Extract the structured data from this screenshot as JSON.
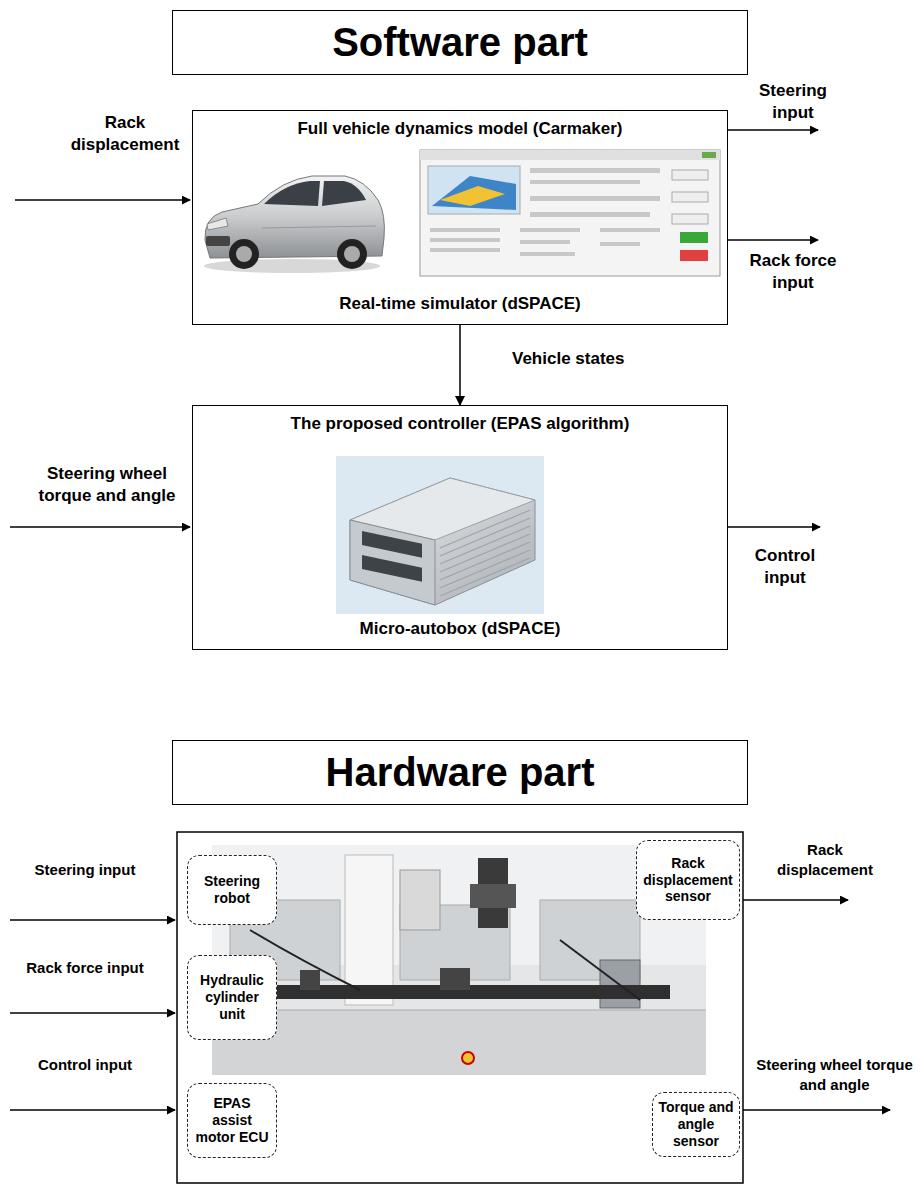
{
  "diagram": {
    "nodes": [
      {
        "text": [
          "Software part"
        ]
      },
      {
        "text": [
          "Full vehicle dynamics model (Carmaker)",
          "Real-time simulator (dSPACE)"
        ]
      },
      {
        "text": [
          "The proposed controller (EPAS algorithm)",
          "Micro-autobox (dSPACE)"
        ]
      },
      {
        "text": [
          "Hardware part"
        ]
      },
      {
        "text": [
          "Steering robot"
        ]
      },
      {
        "text": [
          "Rack displacement sensor"
        ]
      },
      {
        "text": [
          "Hydraulic cylinder unit"
        ]
      },
      {
        "text": [
          "EPAS assist motor ECU"
        ]
      },
      {
        "text": [
          "Torque and angle sensor"
        ]
      }
    ],
    "edges": [
      {
        "from": 1,
        "to": 2,
        "arrow": "to",
        "label": "Vehicle states"
      }
    ],
    "labels": [
      "Rack displacement",
      "Steering input",
      "Rack force input",
      "Steering wheel torque and angle",
      "Control input",
      "Steering input",
      "Rack force input",
      "Control input",
      "Rack displacement",
      "Steering wheel torque and angle"
    ]
  }
}
